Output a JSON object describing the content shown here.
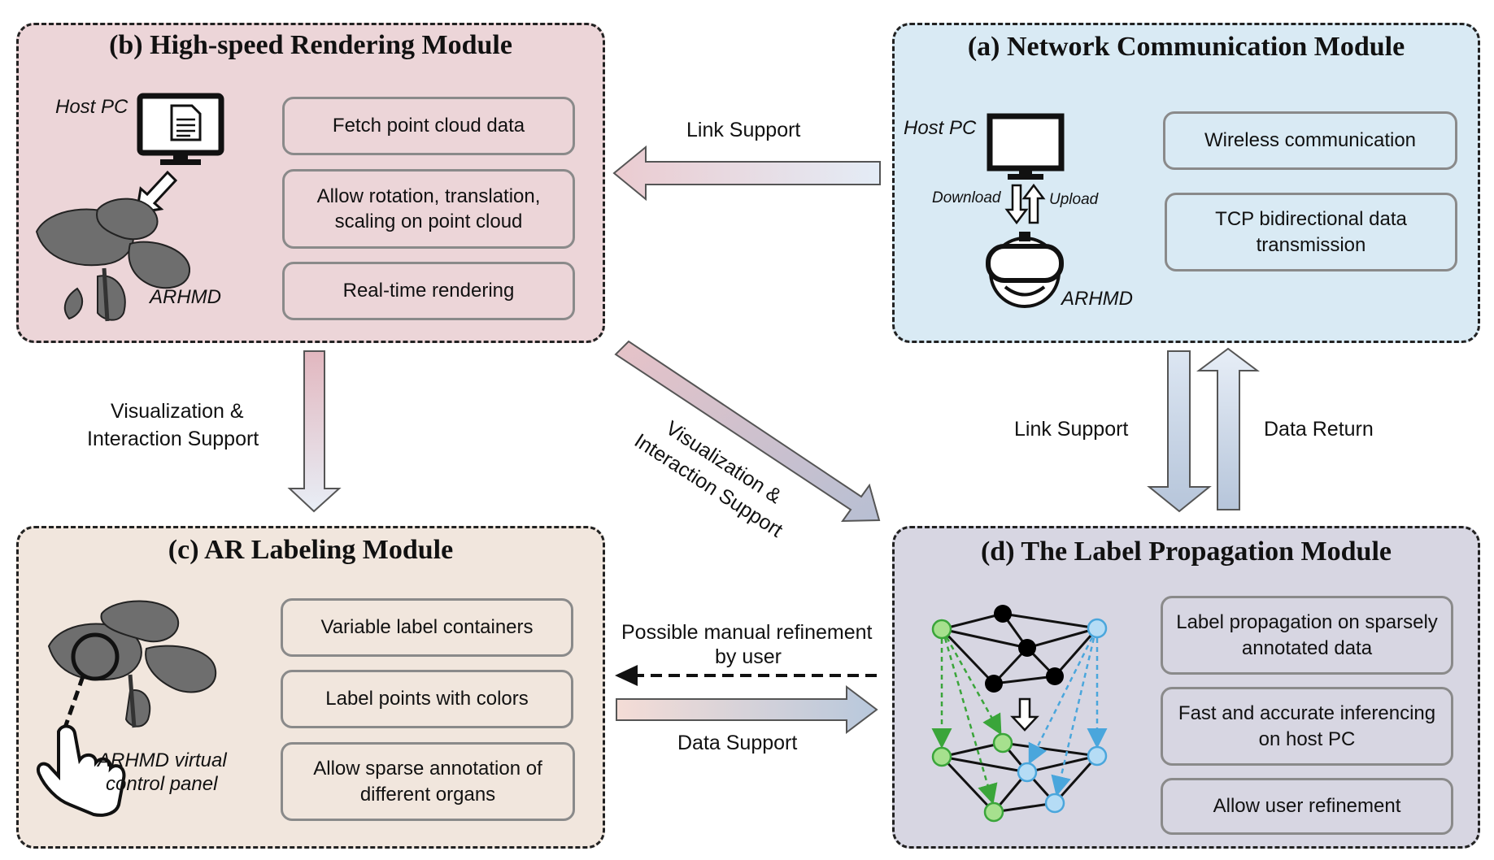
{
  "modules": {
    "b": {
      "title": "(b) High-speed Rendering Module",
      "features": [
        "Fetch point cloud data",
        "Allow rotation, translation, scaling on point cloud",
        "Real-time rendering"
      ],
      "host_label": "Host PC",
      "device_label": "ARHMD",
      "color": "#ecd5d8"
    },
    "a": {
      "title": "(a) Network Communication Module",
      "features": [
        "Wireless communication",
        "TCP bidirectional data transmission"
      ],
      "host_label": "Host PC",
      "download_label": "Download",
      "upload_label": "Upload",
      "device_label": "ARHMD",
      "color": "#d9eaf4"
    },
    "c": {
      "title": "(c) AR Labeling Module",
      "features": [
        "Variable label containers",
        "Label points with colors",
        "Allow sparse annotation of different organs"
      ],
      "panel_label_1": "ARHMD virtual",
      "panel_label_2": "control panel",
      "color": "#f1e6dd"
    },
    "d": {
      "title": "(d) The Label Propagation Module",
      "features": [
        "Label propagation on sparsely annotated data",
        "Fast and accurate inferencing on host PC",
        "Allow user refinement"
      ],
      "color": "#d7d6e2"
    }
  },
  "connections": {
    "top_link": "Link Support",
    "left_vertical_1": "Visualization &",
    "left_vertical_2": "Interaction Support",
    "diagonal_1": "Visualization &",
    "diagonal_2": "Interaction Support",
    "right_down": "Link Support",
    "right_up": "Data Return",
    "bottom_dashed_1": "Possible manual refinement",
    "bottom_dashed_2": "by user",
    "bottom_solid": "Data Support"
  },
  "colors": {
    "green_node": "#a6e08e",
    "green_stroke": "#3aa53a",
    "blue_node": "#b5dcf5",
    "blue_stroke": "#4aa6dc",
    "black_node": "#000000"
  }
}
